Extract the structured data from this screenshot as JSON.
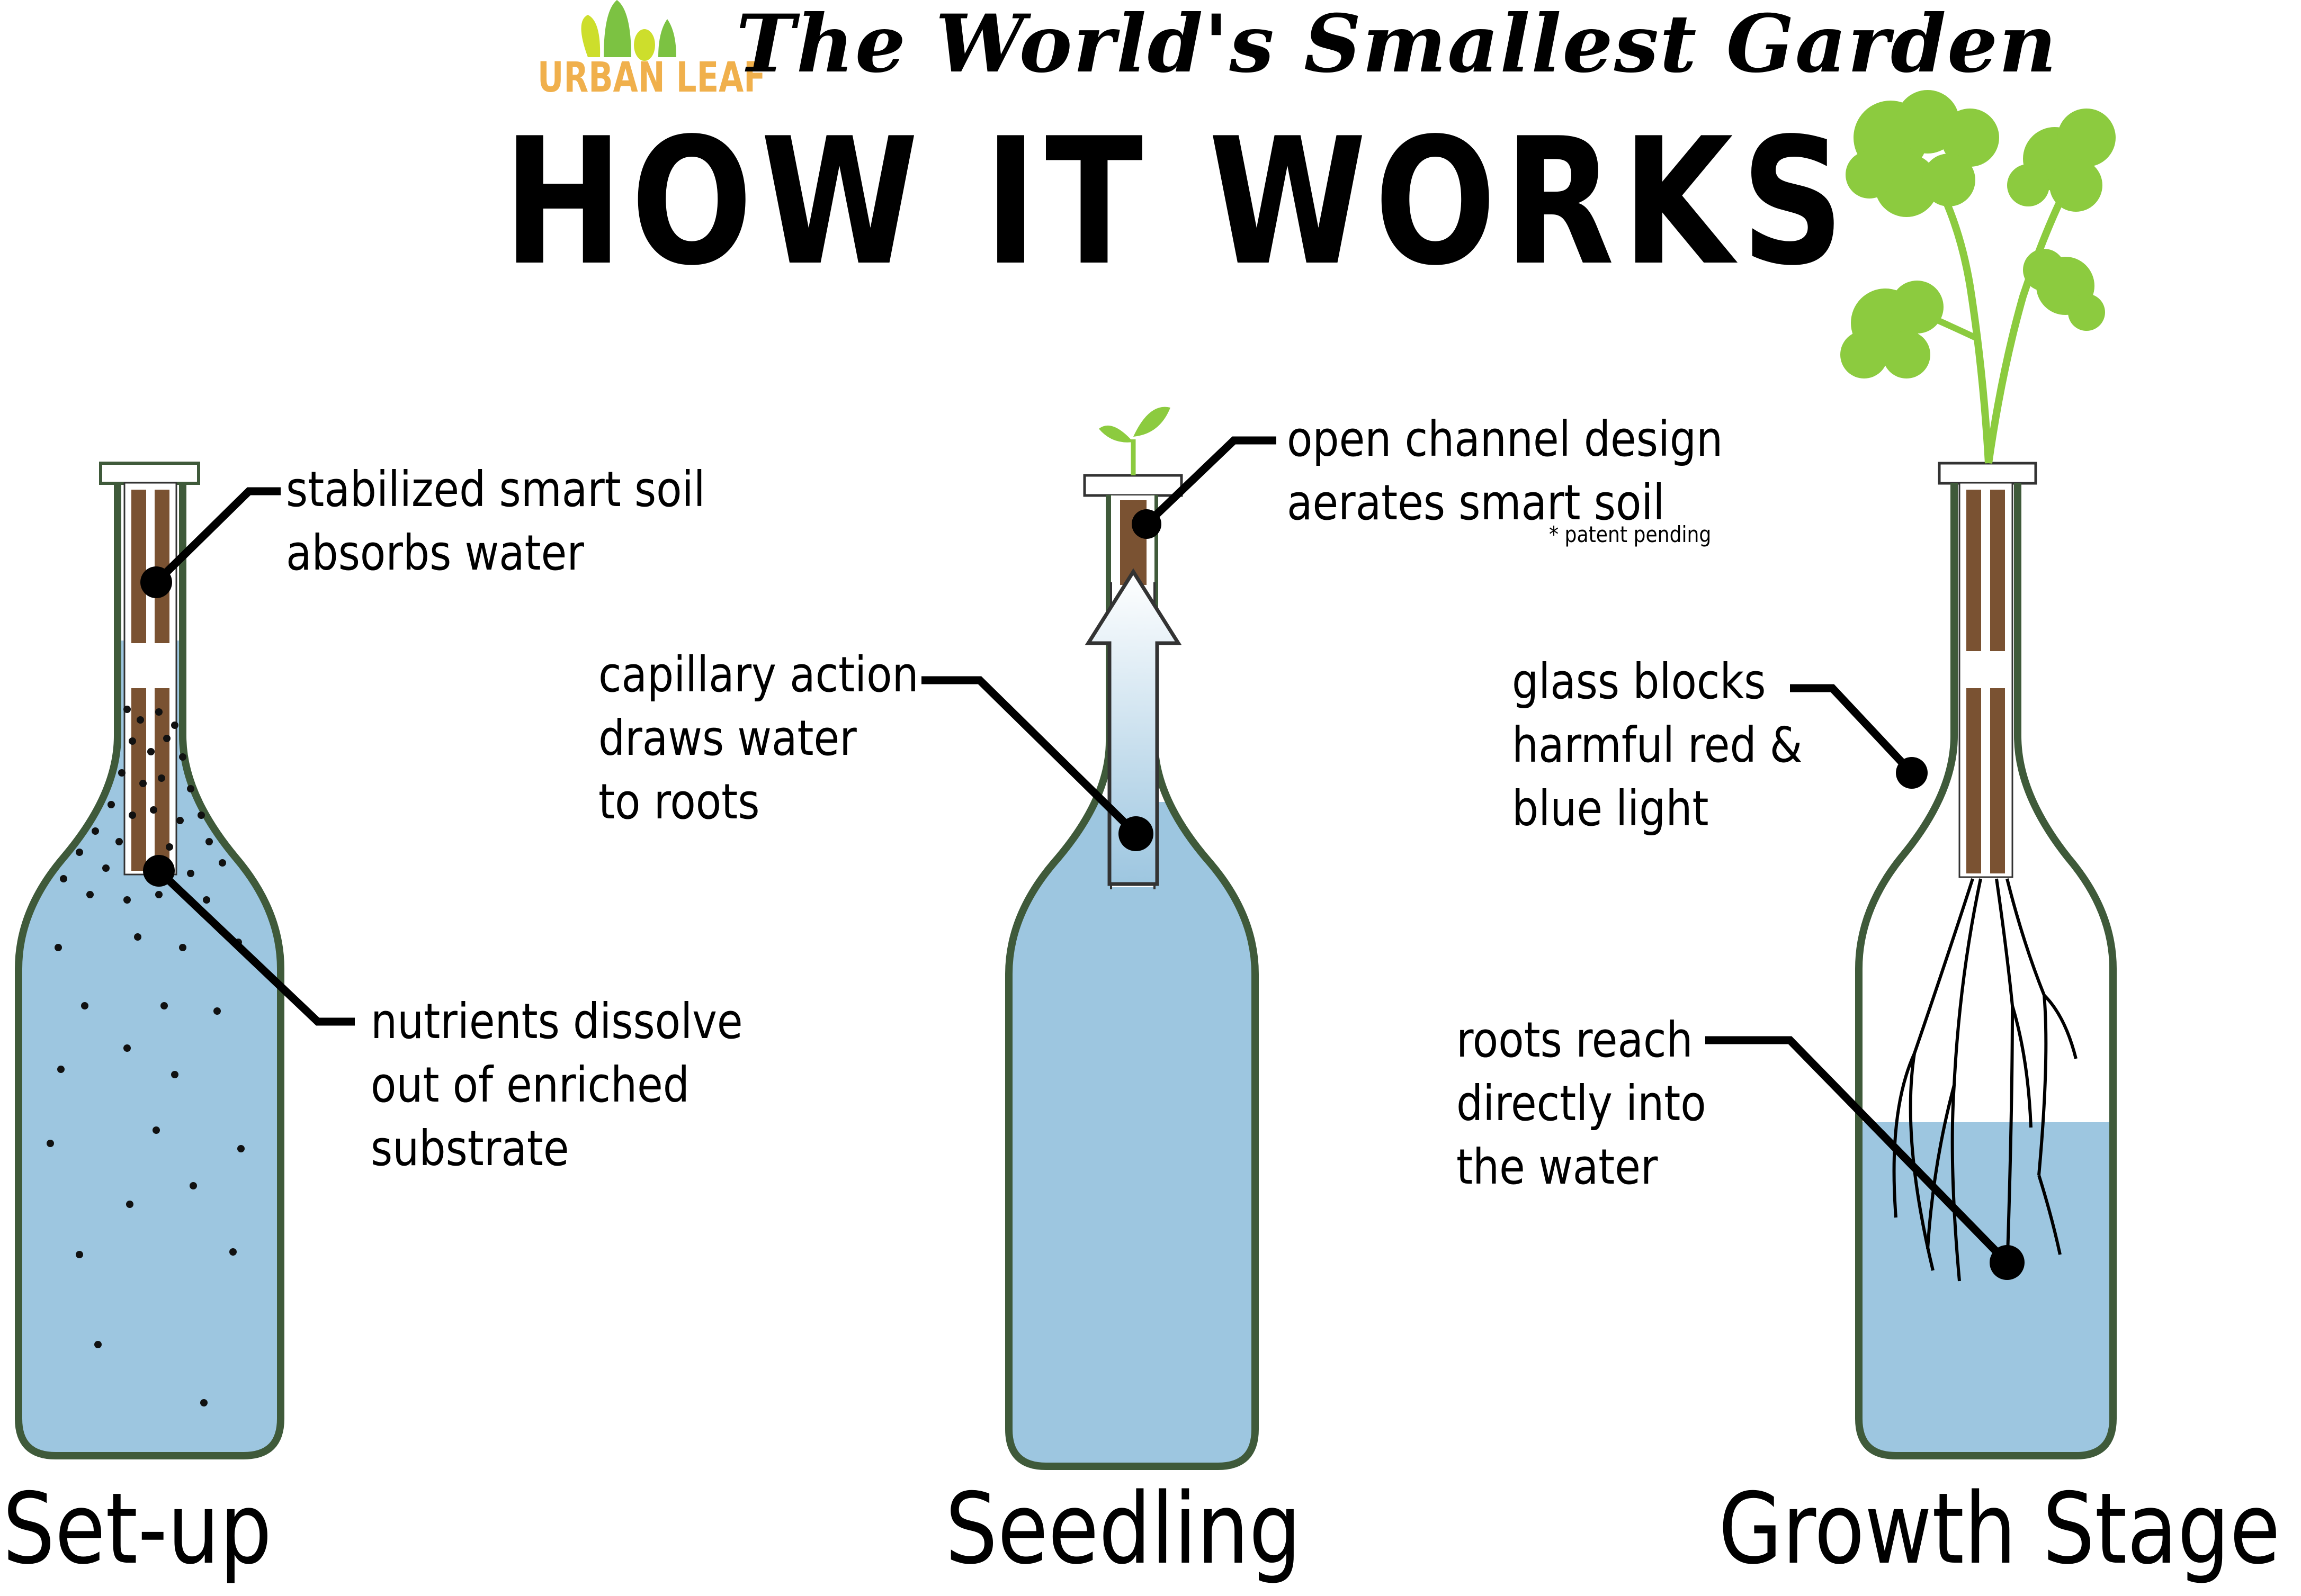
{
  "header": {
    "brand": "URBAN LEAF",
    "subtitle": "The World's Smallest Garden",
    "title": "HOW IT WORKS"
  },
  "colors": {
    "water": "#9DC6E0",
    "bottle_outline": "#3F5A3A",
    "soil": "#7A5232",
    "leaf_light": "#CDDE2C",
    "leaf_dark": "#7CC242",
    "brand_orange": "#F0B04C",
    "plant_green": "#8CCB3F"
  },
  "stages": [
    {
      "name": "Set-up",
      "callouts": [
        {
          "text": "stabilized smart soil\nabsorbs water"
        },
        {
          "text": "nutrients dissolve\nout of enriched\nsubstrate"
        }
      ]
    },
    {
      "name": "Seedling",
      "callouts": [
        {
          "text": "open channel design\naerates smart soil",
          "note": "* patent pending"
        },
        {
          "text": "capillary action\ndraws water\nto roots"
        }
      ]
    },
    {
      "name": "Growth Stage",
      "callouts": [
        {
          "text": "glass blocks\nharmful red &\nblue light"
        },
        {
          "text": "roots reach\ndirectly into\nthe water"
        }
      ]
    }
  ]
}
